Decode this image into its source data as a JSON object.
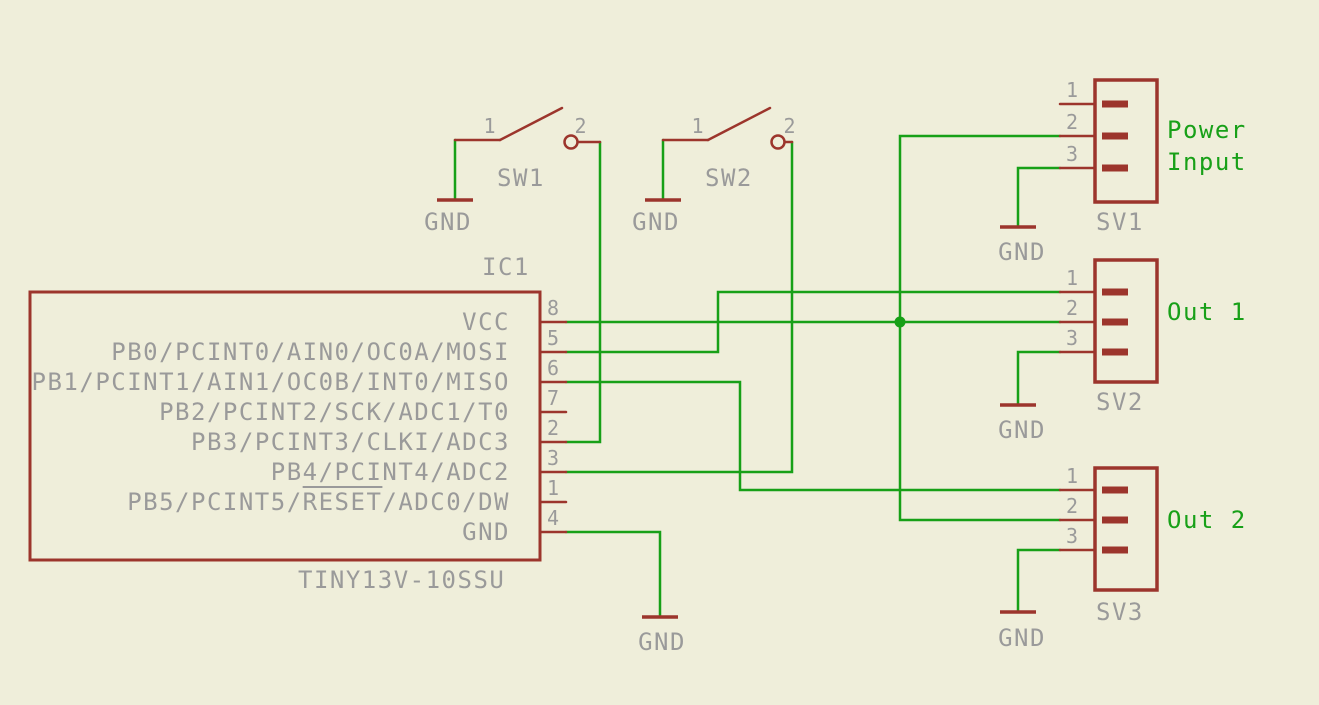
{
  "colors": {
    "bg": "#efeeda",
    "component": "#9c352c",
    "wire": "#17a017",
    "gray": "#9a9a9a",
    "green": "#18a018"
  },
  "ic": {
    "name": "IC1",
    "value": "TINY13V-10SSU",
    "pins": [
      {
        "number": "8",
        "name": "VCC"
      },
      {
        "number": "5",
        "name": "PB0/PCINT0/AIN0/OC0A/MOSI"
      },
      {
        "number": "6",
        "name": "PB1/PCINT1/AIN1/OC0B/INT0/MISO"
      },
      {
        "number": "7",
        "name": "PB2/PCINT2/SCK/ADC1/T0"
      },
      {
        "number": "2",
        "name": "PB3/PCINT3/CLKI/ADC3"
      },
      {
        "number": "3",
        "name": "PB4/PCINT4/ADC2"
      },
      {
        "number": "1",
        "name_prefix": "PB5/PCINT5/",
        "name_overlined": "RESET",
        "name_suffix": "/ADC0/DW"
      },
      {
        "number": "4",
        "name": "GND"
      }
    ]
  },
  "switches": [
    {
      "name": "SW1",
      "pin1": "1",
      "pin2": "2"
    },
    {
      "name": "SW2",
      "pin1": "1",
      "pin2": "2"
    }
  ],
  "connectors": [
    {
      "name": "SV1",
      "label": [
        "Power",
        "Input"
      ],
      "pins": [
        "1",
        "2",
        "3"
      ]
    },
    {
      "name": "SV2",
      "label": [
        "Out 1"
      ],
      "pins": [
        "1",
        "2",
        "3"
      ]
    },
    {
      "name": "SV3",
      "label": [
        "Out 2"
      ],
      "pins": [
        "1",
        "2",
        "3"
      ]
    }
  ],
  "gnd_label": "GND"
}
